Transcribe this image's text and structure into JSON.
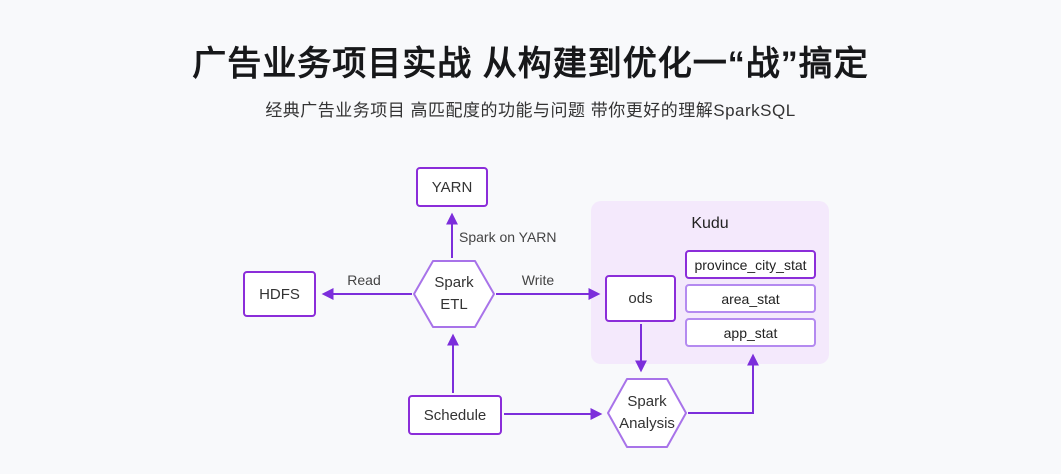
{
  "header": {
    "title": "广告业务项目实战 从构建到优化一“战”搞定",
    "subtitle": "经典广告业务项目 高匹配度的功能与问题 带你更好的理解SparkSQL"
  },
  "diagram": {
    "nodes": {
      "yarn": {
        "label": "YARN"
      },
      "hdfs": {
        "label": "HDFS"
      },
      "spark_etl": {
        "line1": "Spark",
        "line2": "ETL"
      },
      "schedule": {
        "label": "Schedule"
      },
      "ods": {
        "label": "ods"
      },
      "kudu": {
        "label": "Kudu",
        "tables": [
          "province_city_stat",
          "area_stat",
          "app_stat"
        ]
      },
      "spark_analysis": {
        "line1": "Spark",
        "line2": "Analysis"
      }
    },
    "edge_labels": {
      "spark_on_yarn": "Spark on YARN",
      "read": "Read",
      "write": "Write"
    },
    "colors": {
      "arrow": "#7c2edb",
      "box_border": "#8b2dd9",
      "hexagon_border": "#a873e9",
      "table_border_light": "#b48af0",
      "kudu_fill": "#f4e9fc"
    }
  }
}
